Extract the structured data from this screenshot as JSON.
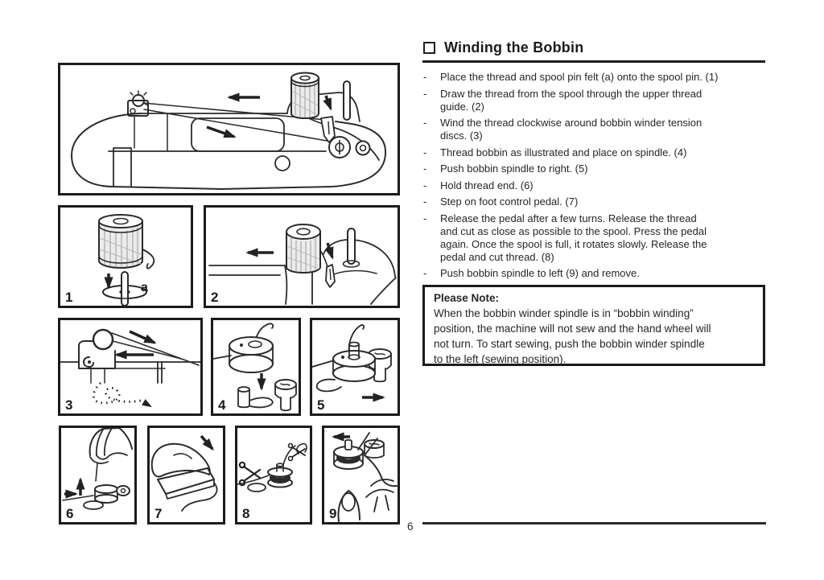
{
  "header": {
    "title": "Winding the Bobbin",
    "checkbox_icon": "empty-square"
  },
  "instructions": {
    "bullet_char": "-",
    "steps": [
      {
        "lines": [
          "Place the thread and spool pin felt (a) onto the spool pin. (1)"
        ]
      },
      {
        "lines": [
          "Draw the thread from the spool through the upper thread",
          "guide. (2)"
        ]
      },
      {
        "lines": [
          "Wind the thread clockwise around bobbin winder tension",
          "discs. (3)"
        ]
      },
      {
        "lines": [
          "Thread bobbin as illustrated and place on spindle. (4)"
        ]
      },
      {
        "lines": [
          "Push bobbin spindle to right. (5)"
        ]
      },
      {
        "lines": [
          "Hold thread end. (6)"
        ]
      },
      {
        "lines": [
          "Step on foot control pedal. (7)"
        ]
      },
      {
        "lines": [
          "Release the pedal after a few turns. Release the thread",
          "and cut as close as possible to the spool. Press the pedal",
          "again. Once the spool is full, it rotates slowly. Release the",
          "pedal and cut thread. (8)"
        ]
      },
      {
        "lines": [
          "Push bobbin spindle to left (9) and remove."
        ]
      }
    ]
  },
  "note": {
    "heading": "Please Note:",
    "lines": [
      "When the bobbin winder spindle is in “bobbin winding”",
      "position, the machine will not sew and the hand wheel will",
      "not turn. To start sewing, push the bobbin winder spindle",
      "to the left (sewing position)."
    ]
  },
  "figures": {
    "main": {
      "description": "sewing machine top view with spool, thread path arrows and bobbin winder"
    },
    "panels": [
      {
        "number": "1",
        "part_label": "a"
      },
      {
        "number": "2"
      },
      {
        "number": "3"
      },
      {
        "number": "4"
      },
      {
        "number": "5"
      },
      {
        "number": "6"
      },
      {
        "number": "7"
      },
      {
        "number": "8"
      },
      {
        "number": "9"
      }
    ]
  },
  "footer": {
    "page_number": "6"
  },
  "colors": {
    "ink": "#262626",
    "frame": "#1b1b1b",
    "paper": "#ffffff"
  }
}
